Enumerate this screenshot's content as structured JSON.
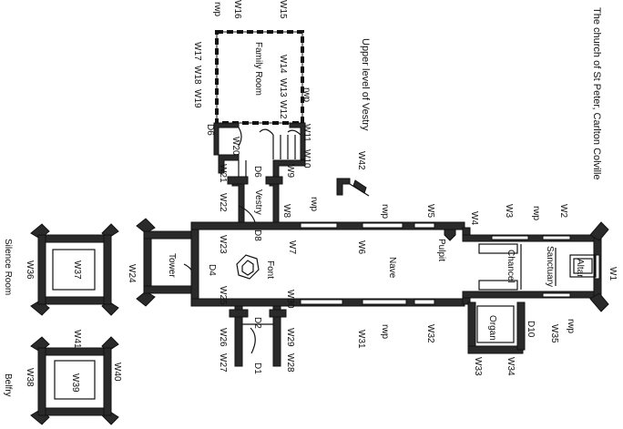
{
  "title": "The church of St Peter, Carlton Colville",
  "subtitle": "Upper level of Vestry",
  "rooms": {
    "family_room": "Family Room",
    "vestry": "Vestry",
    "tower": "Tower",
    "font": "Font",
    "nave": "Nave",
    "pulpit": "Pulpit",
    "chancel": "Chancel",
    "sanctuary": "Sanctuary",
    "altar": "Altar",
    "organ": "Organ",
    "silence_room": "Silence Room",
    "belfry": "Belfry"
  },
  "windows": {
    "w1": "W1",
    "w2": "W2",
    "w3": "W3",
    "w4": "W4",
    "w5": "W5",
    "w6": "W6",
    "w7": "W7",
    "w8": "W8",
    "w9": "W9",
    "w10": "W10",
    "w11": "W11",
    "w12": "W12",
    "w13": "W13",
    "w14": "W14",
    "w15": "W15",
    "w16": "W16",
    "w17": "W17",
    "w18": "W18",
    "w19": "W19",
    "w20": "W20",
    "w21": "W21",
    "w22": "W22",
    "w23": "W23",
    "w24": "W24",
    "w25": "W25",
    "w26": "W26",
    "w27": "W27",
    "w28": "W28",
    "w29": "W29",
    "w30": "W30",
    "w31": "W31",
    "w32": "W32",
    "w33": "W33",
    "w34": "W34",
    "w35": "W35",
    "w36": "W36",
    "w37": "W37",
    "w38": "W38",
    "w39": "W39",
    "w40": "W40",
    "w41": "W41",
    "w42": "W42"
  },
  "doors": {
    "d1": "D1",
    "d2": "D2",
    "d4": "D4",
    "d6a": "D6",
    "d6b": "D6",
    "d8": "D8",
    "d10": "D10"
  },
  "rwp_label": "rwp"
}
